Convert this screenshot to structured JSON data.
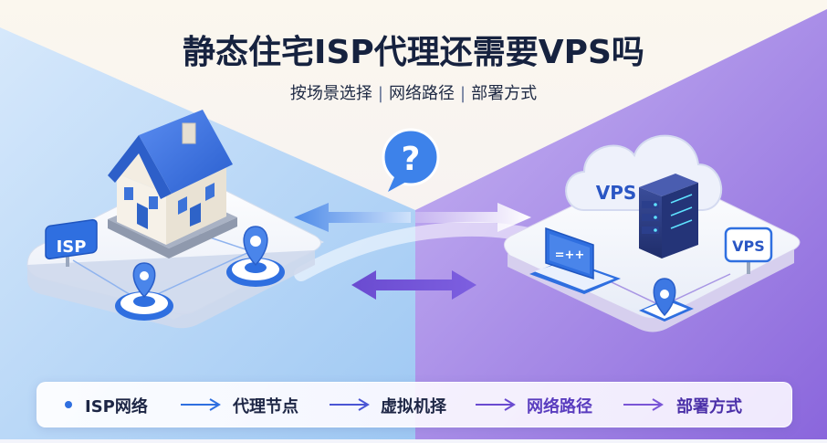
{
  "title": "静态住宅ISP代理还需要VPS吗",
  "subtitle": {
    "part1": "按场景选择",
    "part2": "网络路径",
    "part3": "部署方式",
    "separator": "|"
  },
  "left_panel": {
    "sign_label": "ISP"
  },
  "right_panel": {
    "cloud_label": "VPS",
    "sign_label": "VPS",
    "screen_label": "=++"
  },
  "question_mark": "?",
  "flow": {
    "steps": [
      "ISP网络",
      "代理节点",
      "虚拟机择",
      "网络路径",
      "部署方式"
    ]
  },
  "colors": {
    "blue_accent": "#2f6fe0",
    "purple_accent": "#7a55d6",
    "title_text": "#16223f",
    "left_bg": "#b9d8f7",
    "right_bg": "#9b7de3"
  }
}
